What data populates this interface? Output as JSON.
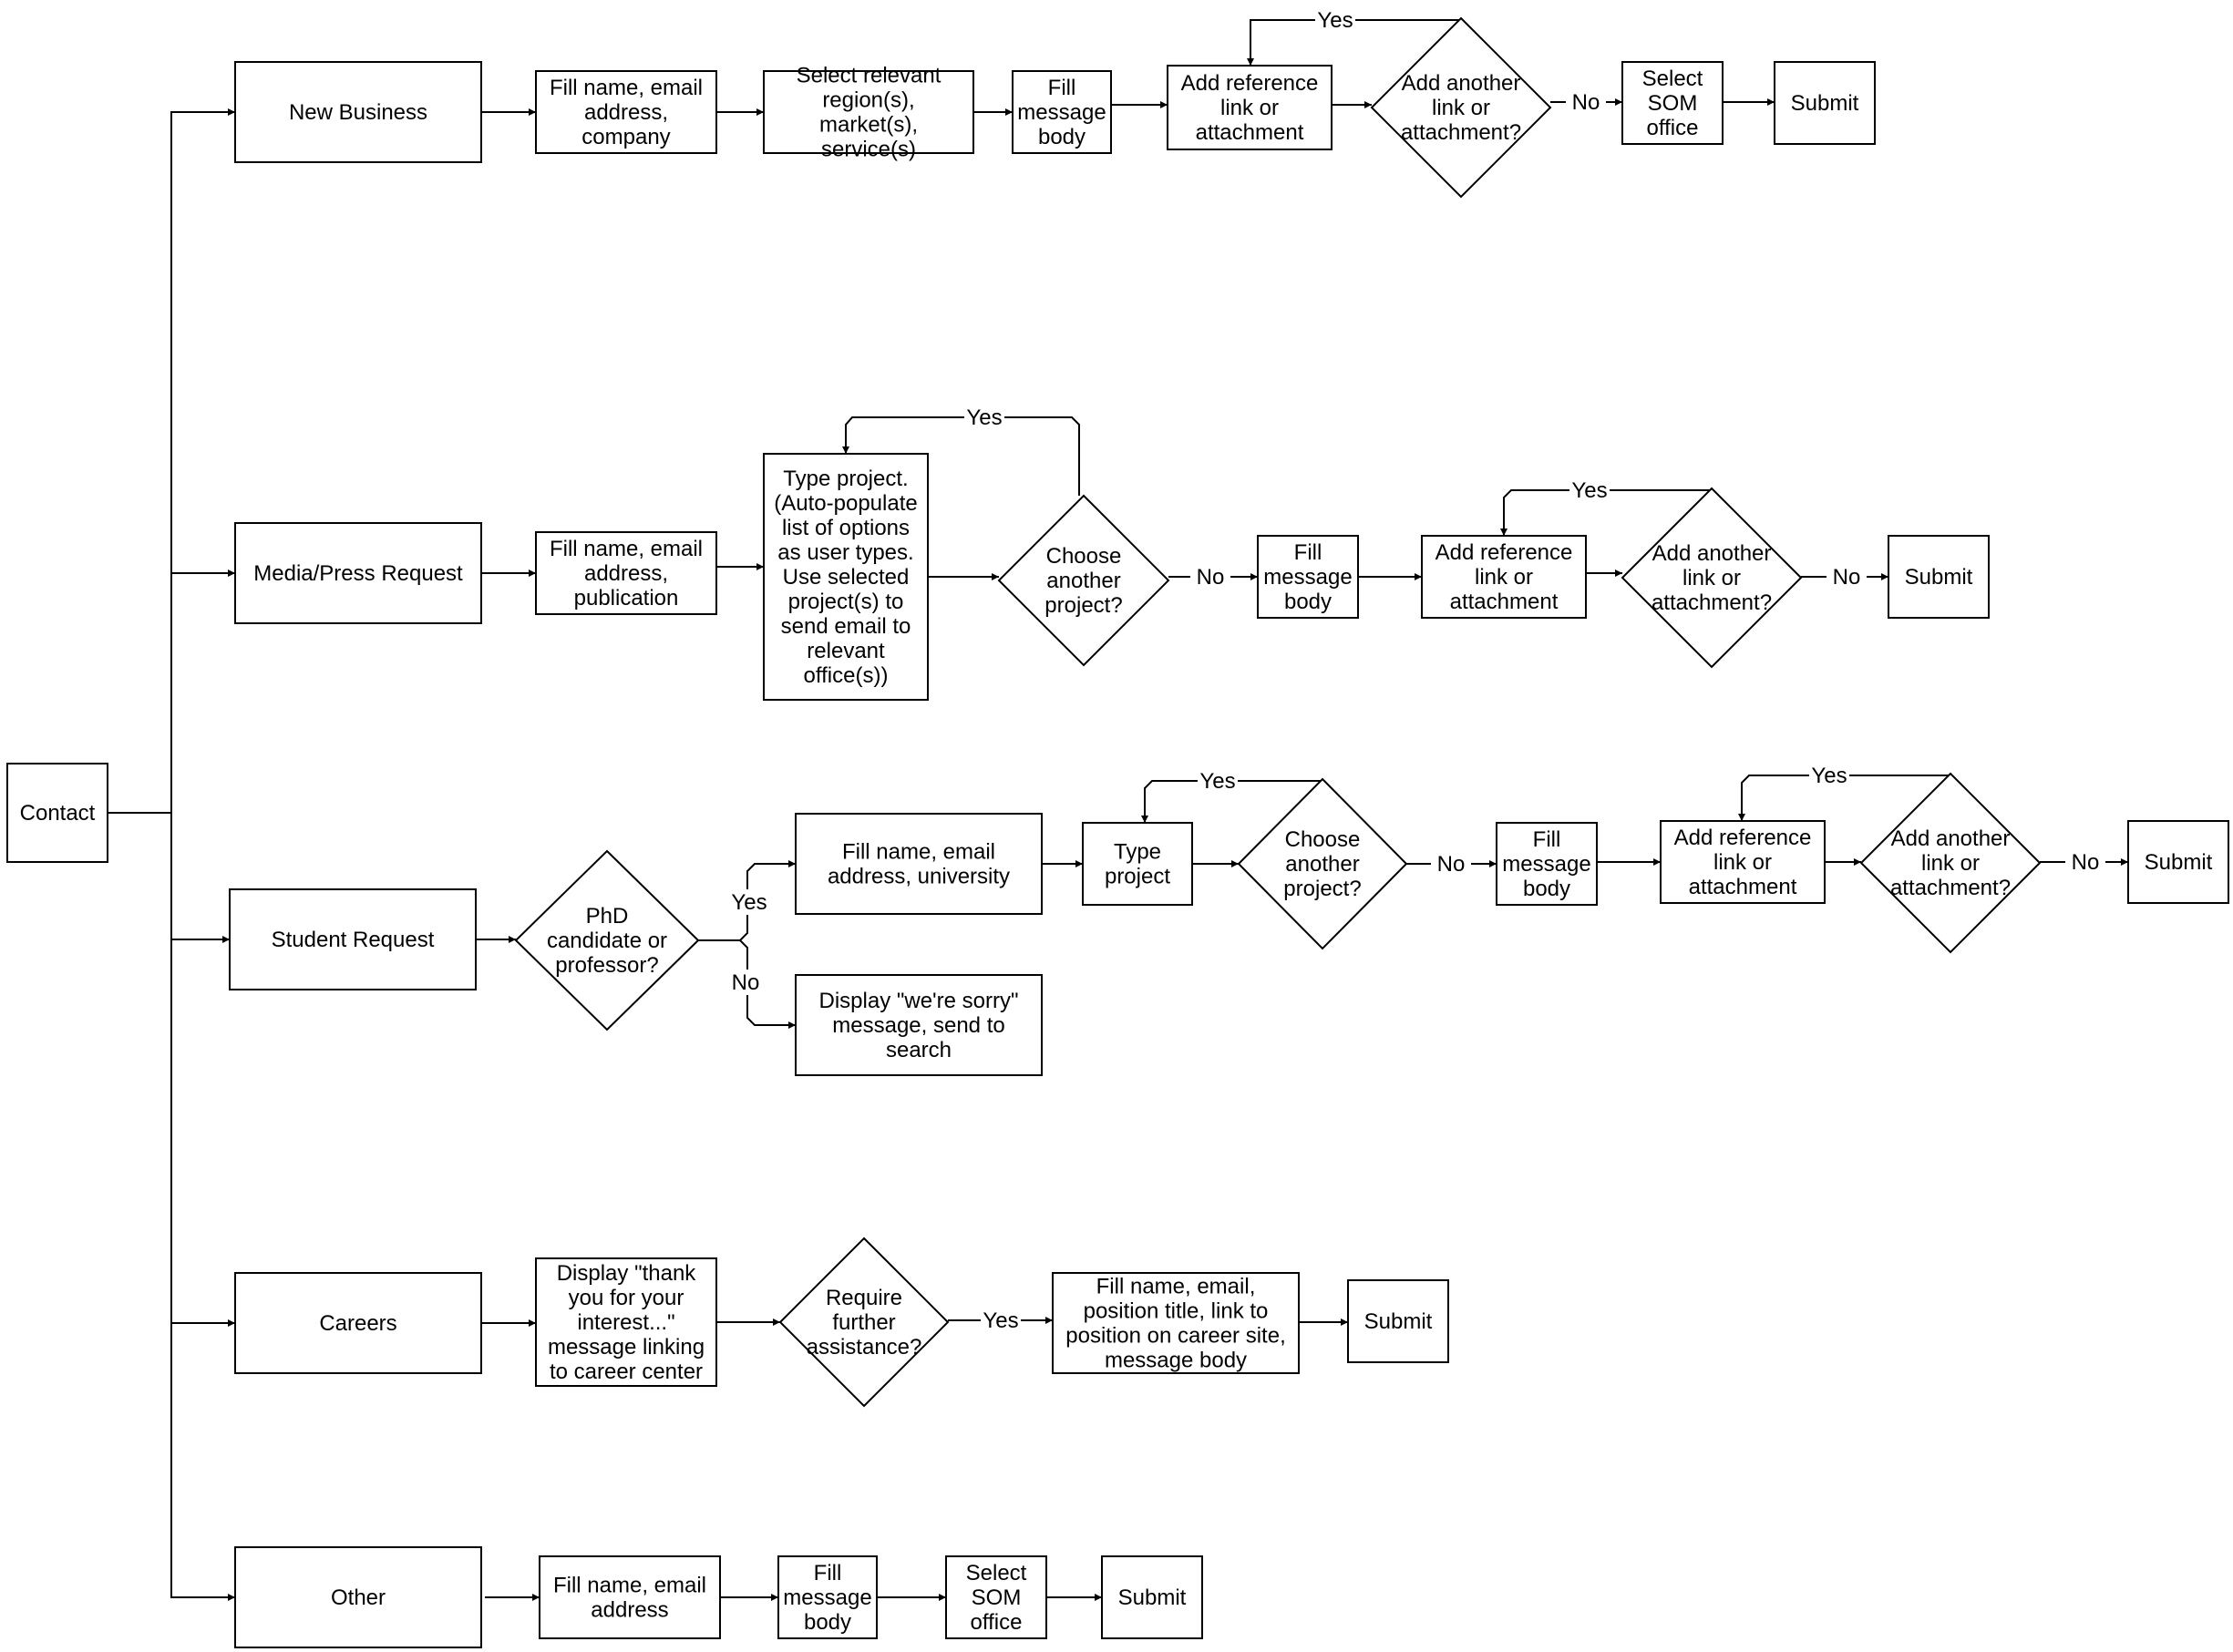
{
  "diagram": {
    "type": "flowchart",
    "colors": {
      "stroke": "#000000",
      "fill": "#ffffff",
      "text": "#000000"
    },
    "nodes": [
      {
        "id": "contact",
        "shape": "rect",
        "lines": [
          "Contact"
        ]
      },
      {
        "id": "nb",
        "shape": "rect",
        "lines": [
          "New Business"
        ]
      },
      {
        "id": "nb1",
        "shape": "rect",
        "lines": [
          "Fill name, email",
          "address,",
          "company"
        ]
      },
      {
        "id": "nb2",
        "shape": "rect",
        "lines": [
          "Select relevant",
          "region(s),",
          "market(s),",
          "service(s)"
        ]
      },
      {
        "id": "nb3",
        "shape": "rect",
        "lines": [
          "Fill",
          "message",
          "body"
        ]
      },
      {
        "id": "nb4",
        "shape": "rect",
        "lines": [
          "Add reference",
          "link or",
          "attachment"
        ]
      },
      {
        "id": "nb5",
        "shape": "diamond",
        "lines": [
          "Add another",
          "link or",
          "attachment?"
        ]
      },
      {
        "id": "nb6",
        "shape": "rect",
        "lines": [
          "Select",
          "SOM",
          "office"
        ]
      },
      {
        "id": "nb7",
        "shape": "rect",
        "lines": [
          "Submit"
        ]
      },
      {
        "id": "mp",
        "shape": "rect",
        "lines": [
          "Media/Press Request"
        ]
      },
      {
        "id": "mp1",
        "shape": "rect",
        "lines": [
          "Fill name, email",
          "address,",
          "publication"
        ]
      },
      {
        "id": "mp2",
        "shape": "rect",
        "lines": [
          "Type project.",
          "(Auto-populate",
          "list of options",
          "as user types.",
          "Use selected",
          "project(s) to",
          "send email to",
          "relevant",
          "office(s))"
        ]
      },
      {
        "id": "mp3",
        "shape": "diamond",
        "lines": [
          "Choose",
          "another",
          "project?"
        ]
      },
      {
        "id": "mp4",
        "shape": "rect",
        "lines": [
          "Fill",
          "message",
          "body"
        ]
      },
      {
        "id": "mp5",
        "shape": "rect",
        "lines": [
          "Add reference",
          "link or",
          "attachment"
        ]
      },
      {
        "id": "mp6",
        "shape": "diamond",
        "lines": [
          "Add another",
          "link or",
          "attachment?"
        ]
      },
      {
        "id": "mp7",
        "shape": "rect",
        "lines": [
          "Submit"
        ]
      },
      {
        "id": "sr",
        "shape": "rect",
        "lines": [
          "Student Request"
        ]
      },
      {
        "id": "sr1",
        "shape": "diamond",
        "lines": [
          "PhD",
          "candidate or",
          "professor?"
        ]
      },
      {
        "id": "sr2",
        "shape": "rect",
        "lines": [
          "Fill name, email",
          "address, university"
        ]
      },
      {
        "id": "sr3",
        "shape": "rect",
        "lines": [
          "Display \"we're sorry\"",
          "message, send to",
          "search"
        ]
      },
      {
        "id": "sr4",
        "shape": "rect",
        "lines": [
          "Type",
          "project"
        ]
      },
      {
        "id": "sr5",
        "shape": "diamond",
        "lines": [
          "Choose",
          "another",
          "project?"
        ]
      },
      {
        "id": "sr6",
        "shape": "rect",
        "lines": [
          "Fill",
          "message",
          "body"
        ]
      },
      {
        "id": "sr7",
        "shape": "rect",
        "lines": [
          "Add reference",
          "link or",
          "attachment"
        ]
      },
      {
        "id": "sr8",
        "shape": "diamond",
        "lines": [
          "Add another",
          "link or",
          "attachment?"
        ]
      },
      {
        "id": "sr9",
        "shape": "rect",
        "lines": [
          "Submit"
        ]
      },
      {
        "id": "ca",
        "shape": "rect",
        "lines": [
          "Careers"
        ]
      },
      {
        "id": "ca1",
        "shape": "rect",
        "lines": [
          "Display \"thank",
          "you for your",
          "interest...\"",
          "message linking",
          "to career center"
        ]
      },
      {
        "id": "ca2",
        "shape": "diamond",
        "lines": [
          "Require",
          "further",
          "assistance?"
        ]
      },
      {
        "id": "ca3",
        "shape": "rect",
        "lines": [
          "Fill name, email,",
          "position title, link to",
          "position on career site,",
          "message body"
        ]
      },
      {
        "id": "ca4",
        "shape": "rect",
        "lines": [
          "Submit"
        ]
      },
      {
        "id": "ot",
        "shape": "rect",
        "lines": [
          "Other"
        ]
      },
      {
        "id": "ot1",
        "shape": "rect",
        "lines": [
          "Fill name, email",
          "address"
        ]
      },
      {
        "id": "ot2",
        "shape": "rect",
        "lines": [
          "Fill",
          "message",
          "body"
        ]
      },
      {
        "id": "ot3",
        "shape": "rect",
        "lines": [
          "Select",
          "SOM",
          "office"
        ]
      },
      {
        "id": "ot4",
        "shape": "rect",
        "lines": [
          "Submit"
        ]
      }
    ],
    "edges": [
      {
        "from": "contact",
        "to": "nb"
      },
      {
        "from": "contact",
        "to": "mp"
      },
      {
        "from": "contact",
        "to": "sr"
      },
      {
        "from": "contact",
        "to": "ca"
      },
      {
        "from": "contact",
        "to": "ot"
      },
      {
        "from": "nb",
        "to": "nb1"
      },
      {
        "from": "nb1",
        "to": "nb2"
      },
      {
        "from": "nb2",
        "to": "nb3"
      },
      {
        "from": "nb3",
        "to": "nb4"
      },
      {
        "from": "nb4",
        "to": "nb5"
      },
      {
        "from": "nb5",
        "to": "nb4",
        "label": "Yes"
      },
      {
        "from": "nb5",
        "to": "nb6",
        "label": "No"
      },
      {
        "from": "nb6",
        "to": "nb7"
      },
      {
        "from": "mp",
        "to": "mp1"
      },
      {
        "from": "mp1",
        "to": "mp2"
      },
      {
        "from": "mp2",
        "to": "mp3"
      },
      {
        "from": "mp3",
        "to": "mp2",
        "label": "Yes"
      },
      {
        "from": "mp3",
        "to": "mp4",
        "label": "No"
      },
      {
        "from": "mp4",
        "to": "mp5"
      },
      {
        "from": "mp5",
        "to": "mp6"
      },
      {
        "from": "mp6",
        "to": "mp5",
        "label": "Yes"
      },
      {
        "from": "mp6",
        "to": "mp7",
        "label": "No"
      },
      {
        "from": "sr",
        "to": "sr1"
      },
      {
        "from": "sr1",
        "to": "sr2",
        "label": "Yes"
      },
      {
        "from": "sr1",
        "to": "sr3",
        "label": "No"
      },
      {
        "from": "sr2",
        "to": "sr4"
      },
      {
        "from": "sr4",
        "to": "sr5"
      },
      {
        "from": "sr5",
        "to": "sr4",
        "label": "Yes"
      },
      {
        "from": "sr5",
        "to": "sr6",
        "label": "No"
      },
      {
        "from": "sr6",
        "to": "sr7"
      },
      {
        "from": "sr7",
        "to": "sr8"
      },
      {
        "from": "sr8",
        "to": "sr7",
        "label": "Yes"
      },
      {
        "from": "sr8",
        "to": "sr9",
        "label": "No"
      },
      {
        "from": "ca",
        "to": "ca1"
      },
      {
        "from": "ca1",
        "to": "ca2"
      },
      {
        "from": "ca2",
        "to": "ca3",
        "label": "Yes"
      },
      {
        "from": "ca3",
        "to": "ca4"
      },
      {
        "from": "ot",
        "to": "ot1"
      },
      {
        "from": "ot1",
        "to": "ot2"
      },
      {
        "from": "ot2",
        "to": "ot3"
      },
      {
        "from": "ot3",
        "to": "ot4"
      }
    ]
  }
}
